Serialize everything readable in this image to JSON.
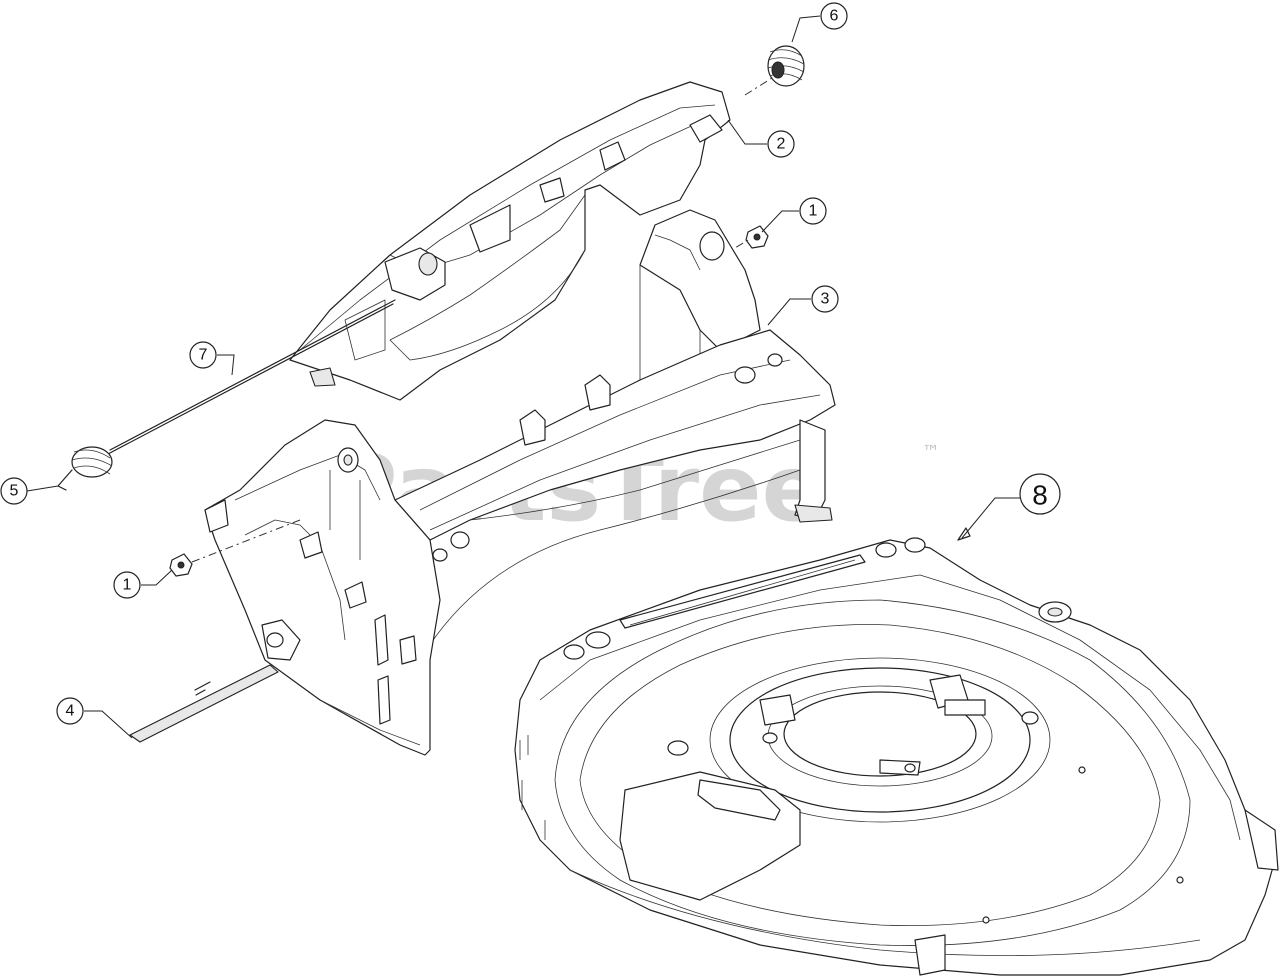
{
  "watermark": {
    "text": "PartsTree",
    "trademark": "™"
  },
  "callouts": [
    {
      "id": "c6",
      "label": "6"
    },
    {
      "id": "c2",
      "label": "2"
    },
    {
      "id": "c1a",
      "label": "1"
    },
    {
      "id": "c3",
      "label": "3"
    },
    {
      "id": "c7",
      "label": "7"
    },
    {
      "id": "c5",
      "label": "5"
    },
    {
      "id": "c1b",
      "label": "1"
    },
    {
      "id": "c4",
      "label": "4"
    },
    {
      "id": "c8",
      "label": "8"
    }
  ]
}
